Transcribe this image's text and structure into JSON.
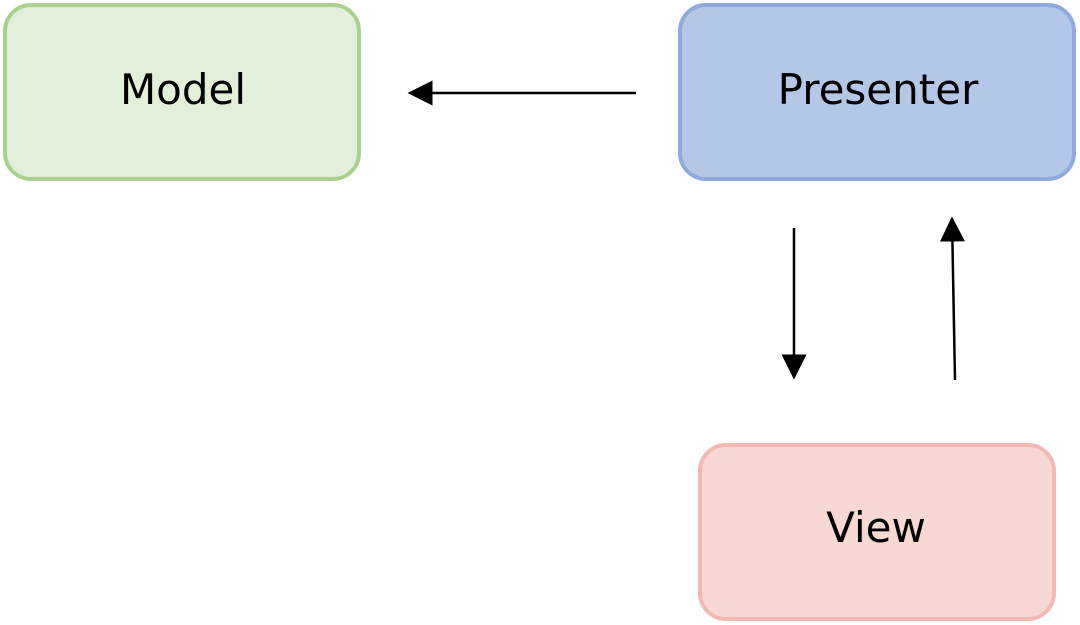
{
  "nodes": {
    "model": {
      "label": "Model",
      "fill": "#e2efd9",
      "stroke": "#a9d18e"
    },
    "presenter": {
      "label": "Presenter",
      "fill": "#b4c7e7",
      "stroke": "#8faadc"
    },
    "view": {
      "label": "View",
      "fill": "#f8d8d3",
      "stroke": "#f4b7b3"
    }
  },
  "edges": [
    {
      "from": "Presenter",
      "to": "Model"
    },
    {
      "from": "Presenter",
      "to": "View"
    },
    {
      "from": "View",
      "to": "Presenter"
    }
  ],
  "colors": {
    "background": "#ffffff",
    "arrow": "#000000",
    "text": "#000000"
  }
}
